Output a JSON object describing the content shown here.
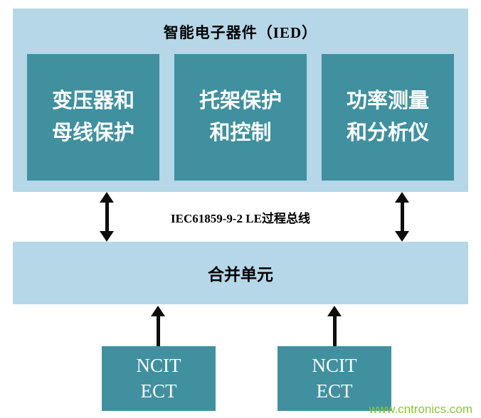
{
  "diagram": {
    "ied": {
      "title": "智能电子器件（IED）",
      "boxes": [
        {
          "label": "变压器和\n母线保护"
        },
        {
          "label": "托架保护\n和控制"
        },
        {
          "label": "功率测量\n和分析仪"
        }
      ]
    },
    "process_bus": {
      "label": "IEC61859-9-2 LE过程总线"
    },
    "merging_unit": {
      "label": "合并单元"
    },
    "sensors": [
      {
        "label": "NCIT\nECT"
      },
      {
        "label": "NCIT\nECT"
      }
    ],
    "watermark": "www.cntronics.com",
    "colors": {
      "container_blue": "#b5d7e8",
      "box_teal": "#40909f",
      "arrow_black": "#0d0d0d",
      "watermark_green": "#8dc63f",
      "box_text": "#ffffff",
      "label_text": "#000000"
    }
  }
}
